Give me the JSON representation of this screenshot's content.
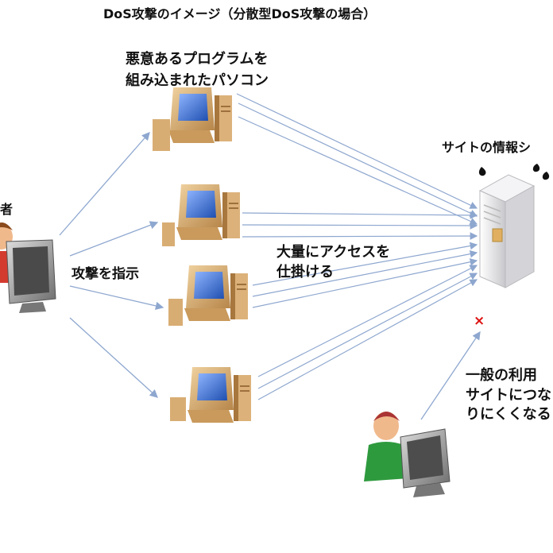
{
  "title": "DoS攻撃のイメージ（分散型DoS攻撃の場合）",
  "labels": {
    "malware_pc": [
      "悪意あるプログラムを",
      "組み込まれたパソコン"
    ],
    "server": "サイトの情報シ",
    "attacker_cut": "者",
    "instruct": "攻撃を指示",
    "mass_access": [
      "大量にアクセスを",
      "仕掛ける"
    ],
    "general_user": [
      "一般の利用",
      "サイトにつな",
      "りにくくなる"
    ],
    "blocked_mark": "×"
  },
  "colors": {
    "arrow": "#8ea7cf",
    "monitor_body": "#d4a86a",
    "screen": "#3b78d8",
    "server": "#e9e9ec",
    "user_shirt": "#2e9a3e",
    "attacker_shirt": "#d43b2f",
    "skin": "#f0b98c",
    "hair": "#8a4a1c",
    "x_mark": "#dd1111"
  },
  "icons": [
    "attacker-pc-icon",
    "zombie-pc-icon",
    "server-icon",
    "user-pc-icon",
    "sweat-drop-icon"
  ]
}
